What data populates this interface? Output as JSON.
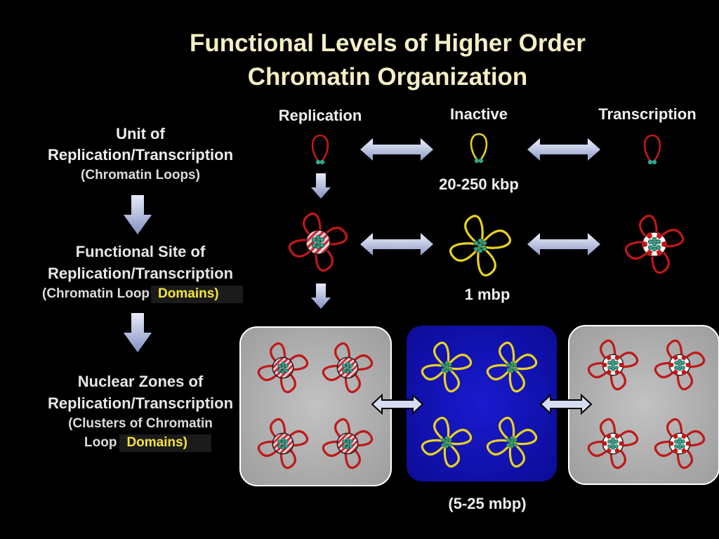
{
  "title": {
    "line1": "Functional Levels of Higher Order",
    "line2": "Chromatin Organization"
  },
  "columns": {
    "replication": "Replication",
    "inactive": "Inactive",
    "transcription": "Transcription"
  },
  "left_labels": {
    "level1": {
      "line1": "Unit of",
      "line2": "Replication/Transcription",
      "line3": "(Chromatin Loops)"
    },
    "level2": {
      "line1": "Functional Site of",
      "line2": "Replication/Transcription",
      "line3_prefix": "(Chromatin Loop",
      "line3_highlight": "Domains)"
    },
    "level3": {
      "line1": "Nuclear Zones of",
      "line2": "Replication/Transcription",
      "line3": "(Clusters of Chromatin",
      "line4_prefix": "Loop",
      "line4_highlight": "Domains)"
    }
  },
  "sizes": {
    "loop": "20-250 kbp",
    "domain": "1 mbp",
    "zone": "(5-25 mbp)"
  },
  "colors": {
    "background": "#000000",
    "title": "#f4efc4",
    "replication_loop": "#c01818",
    "inactive_loop": "#e8d21e",
    "zone_panel_gray": "#b3b3b3",
    "zone_panel_blue": "#1212b8",
    "node_teal": "#2fa58c",
    "arrow_fill": "#c9d2ec",
    "highlight_text": "#f6e53a"
  }
}
